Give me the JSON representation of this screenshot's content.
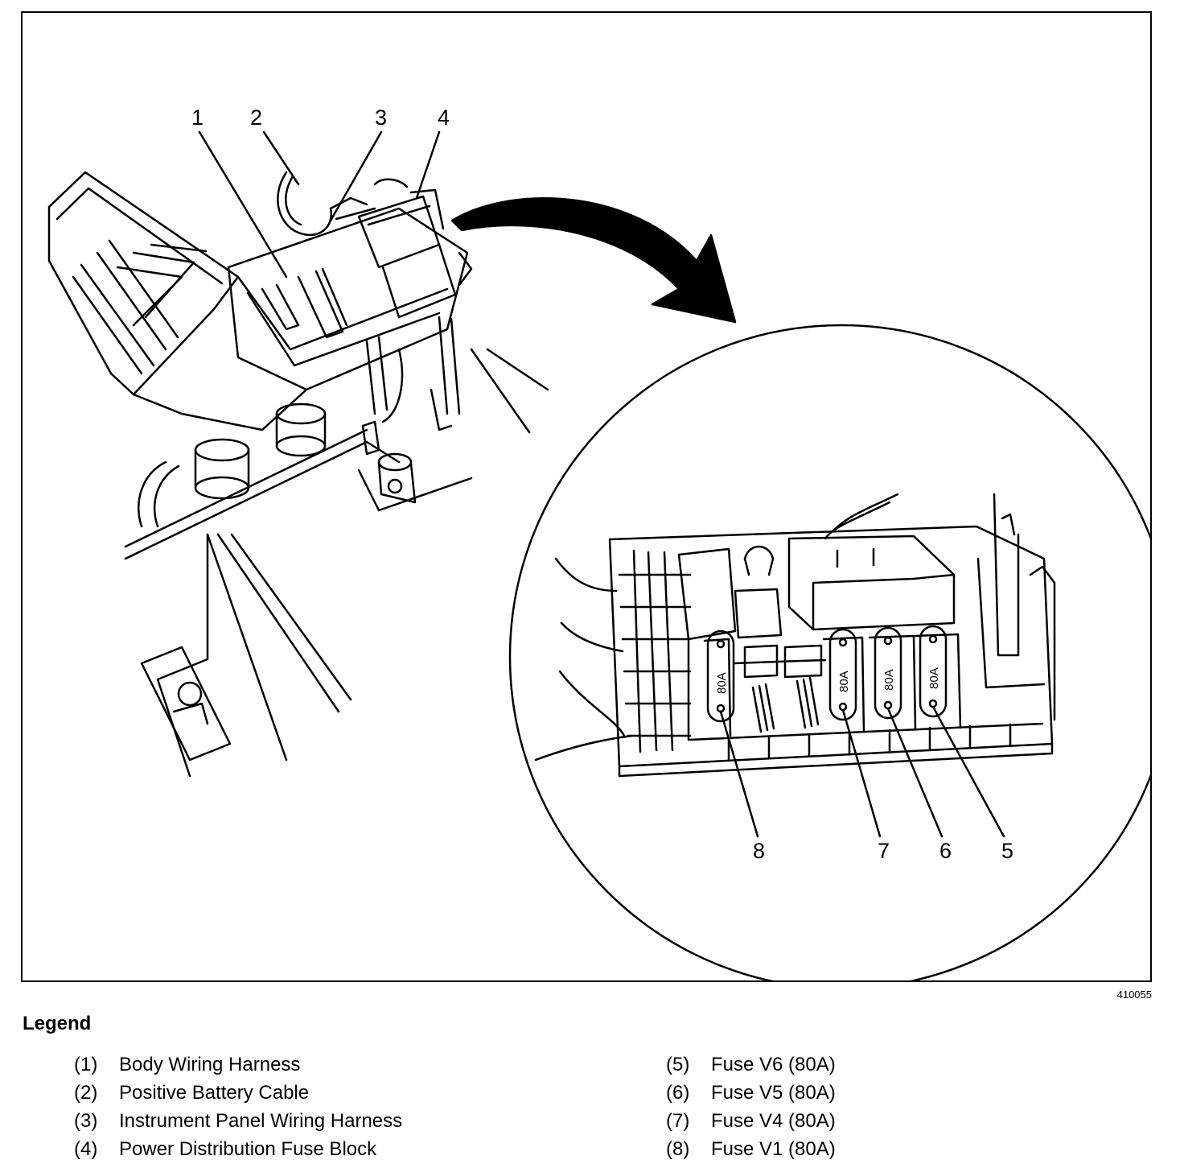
{
  "figure_id": "410055",
  "callouts": {
    "c1": "1",
    "c2": "2",
    "c3": "3",
    "c4": "4",
    "c5": "5",
    "c6": "6",
    "c7": "7",
    "c8": "8"
  },
  "fuse_labels": [
    "80A",
    "80A",
    "80A",
    "80A"
  ],
  "legend": {
    "title": "Legend",
    "left": [
      {
        "num": "(1)",
        "label": "Body Wiring Harness"
      },
      {
        "num": "(2)",
        "label": "Positive Battery Cable"
      },
      {
        "num": "(3)",
        "label": "Instrument Panel Wiring Harness"
      },
      {
        "num": "(4)",
        "label": "Power Distribution Fuse Block"
      }
    ],
    "right": [
      {
        "num": "(5)",
        "label": "Fuse V6 (80A)"
      },
      {
        "num": "(6)",
        "label": "Fuse V5 (80A)"
      },
      {
        "num": "(7)",
        "label": "Fuse V4 (80A)"
      },
      {
        "num": "(8)",
        "label": "Fuse V1 (80A)"
      }
    ]
  }
}
